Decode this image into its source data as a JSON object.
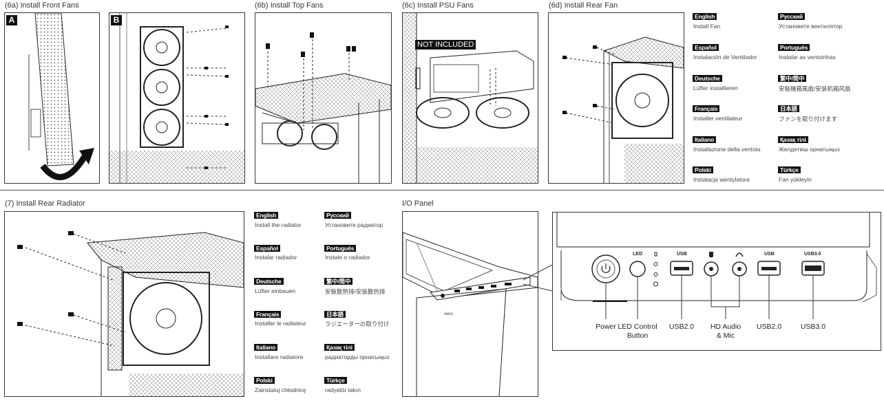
{
  "sections": {
    "front_fans": "(6a) Install Front Fans",
    "top_fans": "(6b) Install Top Fans",
    "psu_fans": "(6c) Install PSU Fans",
    "rear_fan": "(6d) Install Rear Fan",
    "rear_radiator": "(7) Install Rear Radiator",
    "io_panel": "I/O Panel"
  },
  "tags": {
    "a": "A",
    "b": "B"
  },
  "not_included": "NOT INCLUDED",
  "fan_languages": [
    {
      "lang": "English",
      "text": "Install Fan"
    },
    {
      "lang": "Русский",
      "text": "Установите вентилятор"
    },
    {
      "lang": "Español",
      "text": "Instalación de Ventilador"
    },
    {
      "lang": "Português",
      "text": "Instalar as ventoinhas"
    },
    {
      "lang": "Deutsche",
      "text": "Lüfter installieren"
    },
    {
      "lang": "繁中/简中",
      "text": "安裝機箱風扇/安装机箱风扇"
    },
    {
      "lang": "Français",
      "text": "Installer ventilateur"
    },
    {
      "lang": "日本語",
      "text": "ファンを取り付けます"
    },
    {
      "lang": "Italiano",
      "text": "Installazione della ventola"
    },
    {
      "lang": "Қазақ тілі",
      "text": "Желдеткіш орнатыңыз"
    },
    {
      "lang": "Polski",
      "text": "Instalacja wentylatora"
    },
    {
      "lang": "Türkçe",
      "text": "Fan yükleyin"
    }
  ],
  "radiator_languages": [
    {
      "lang": "English",
      "text": "Install the radiator"
    },
    {
      "lang": "Русский",
      "text": "Установите радиатор"
    },
    {
      "lang": "Español",
      "text": "Instalar radiador"
    },
    {
      "lang": "Português",
      "text": "Instale o radiador"
    },
    {
      "lang": "Deutsche",
      "text": "Lüfter einbauen"
    },
    {
      "lang": "繁中/简中",
      "text": "安裝散熱排/安装散热排"
    },
    {
      "lang": "Français",
      "text": "Installer le radiateur"
    },
    {
      "lang": "日本語",
      "text": "ラジエーターの取り付け"
    },
    {
      "lang": "Italiano",
      "text": "Installare radiatore"
    },
    {
      "lang": "Қазақ тілі",
      "text": "радиаторды орнатыңыз"
    },
    {
      "lang": "Polski",
      "text": "Zainstaluj chłodnicę"
    },
    {
      "lang": "Türkçe",
      "text": "radyatör takın"
    }
  ],
  "io_panel": {
    "port_glyphs": {
      "led": "LED",
      "usb": "USB",
      "usb3": "USB3.0"
    },
    "labels": {
      "power": "Power",
      "led_control": "LED Control\nButton",
      "usb2_left": "USB2.0",
      "hd_audio": "HD Audio\n& Mic",
      "usb2_right": "USB2.0",
      "usb3": "USB3.0"
    }
  }
}
